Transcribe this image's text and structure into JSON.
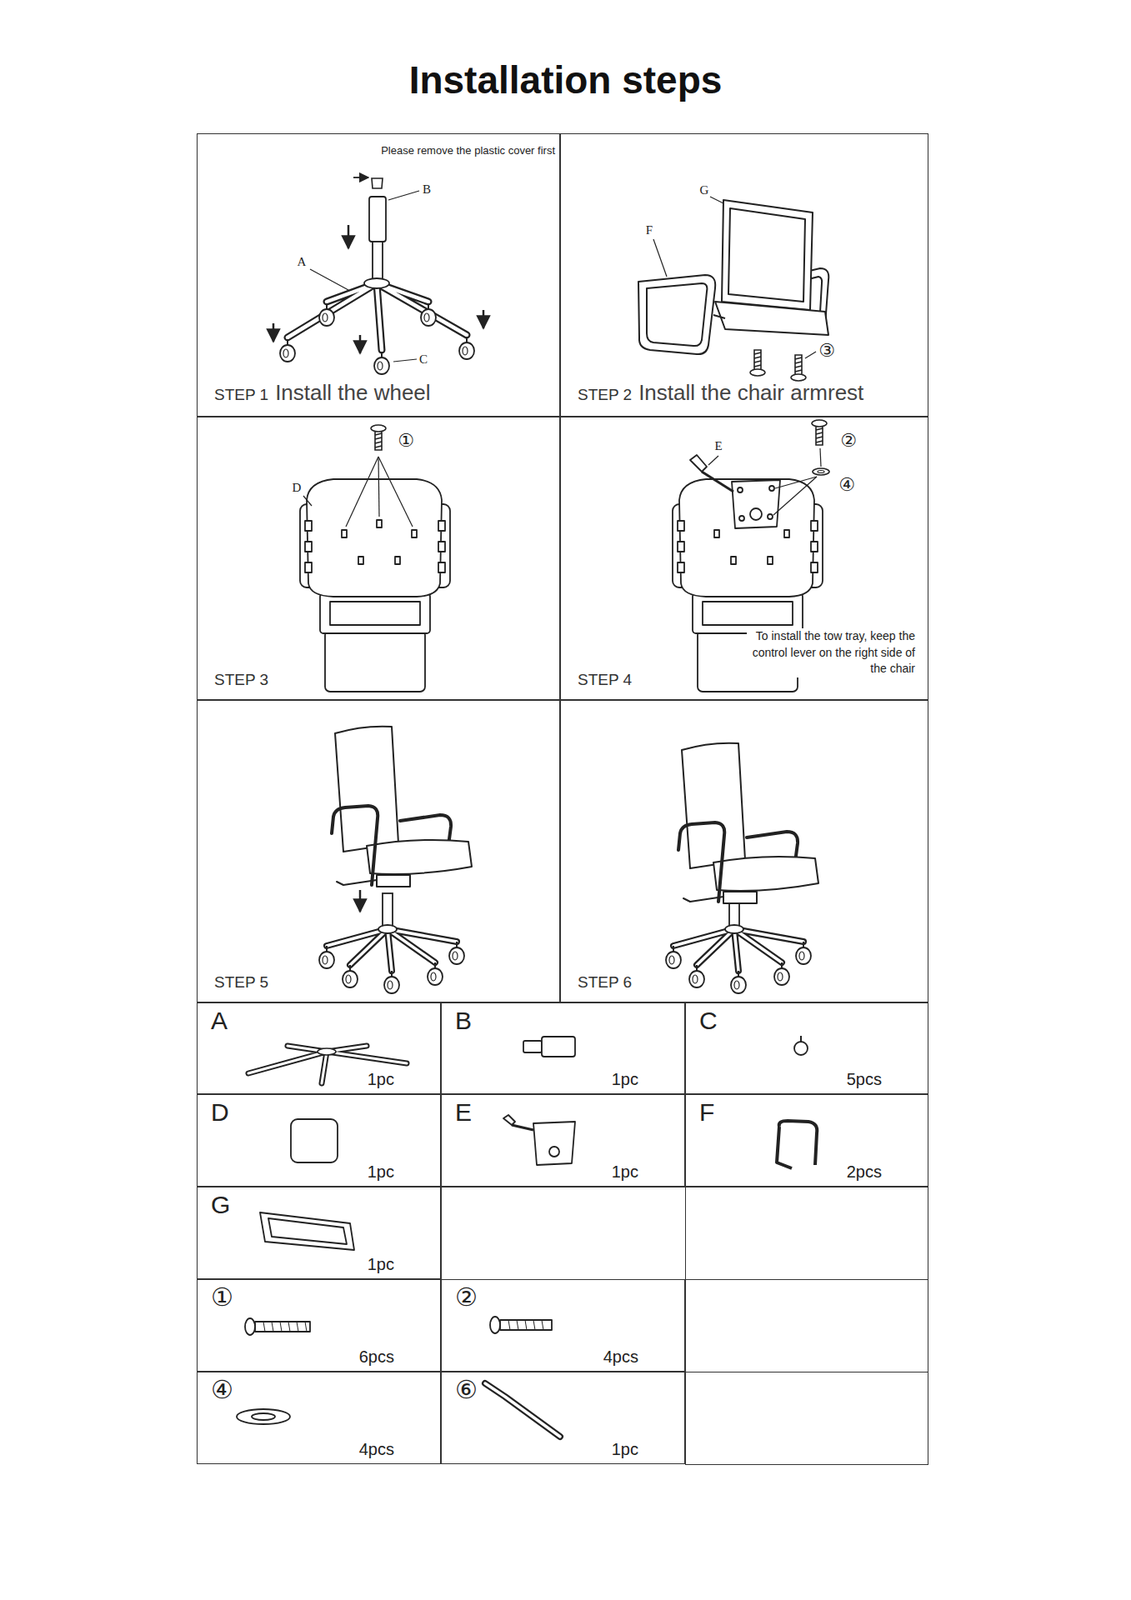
{
  "diagram": {
    "title": "Installation steps",
    "nodes": [
      {
        "text": [
          "STEP 1",
          "Install the wheel"
        ]
      },
      {
        "text": [
          "STEP 2",
          "Install the chair armrest"
        ]
      },
      {
        "text": [
          "STEP 3"
        ]
      },
      {
        "text": [
          "STEP 4"
        ]
      },
      {
        "text": [
          "STEP 5"
        ]
      },
      {
        "text": [
          "STEP 6"
        ]
      },
      {
        "text": [
          "A",
          "1pc"
        ]
      },
      {
        "text": [
          "B",
          "1pc"
        ]
      },
      {
        "text": [
          "C",
          "5pcs"
        ]
      },
      {
        "text": [
          "D",
          "1pc"
        ]
      },
      {
        "text": [
          "E",
          "1pc"
        ]
      },
      {
        "text": [
          "F",
          "2pcs"
        ]
      },
      {
        "text": [
          "G",
          "1pc"
        ]
      },
      {
        "text": [
          "①",
          "6pcs"
        ]
      },
      {
        "text": [
          "②",
          "4pcs"
        ]
      },
      {
        "text": [
          "④",
          "4pcs"
        ]
      },
      {
        "text": [
          "⑥",
          "1pc"
        ]
      }
    ],
    "labels": [
      "Please remove the plastic cover first",
      "B",
      "A",
      "C",
      "G",
      "F",
      "③",
      "①",
      "D",
      "E",
      "②",
      "④",
      "To install the tow tray, keep the control lever on the right side of the chair"
    ]
  }
}
